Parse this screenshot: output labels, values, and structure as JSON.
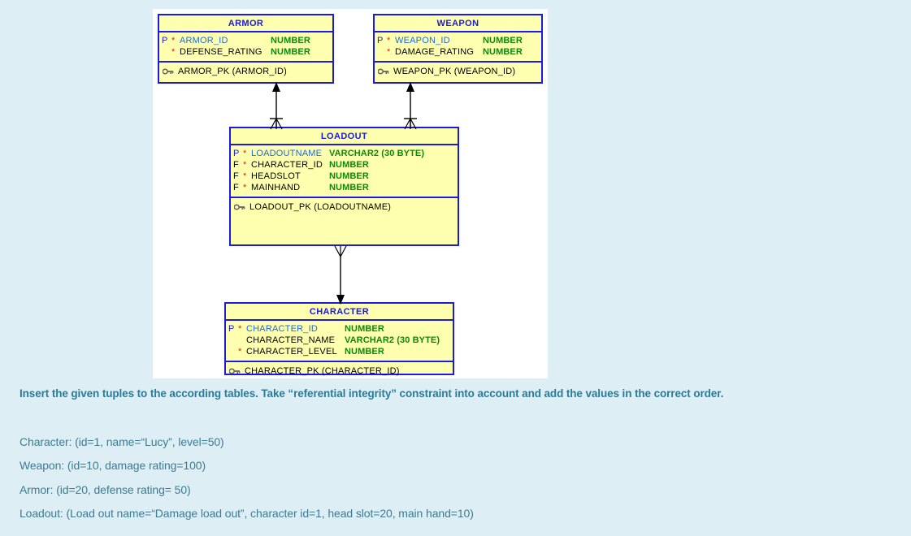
{
  "diagram": {
    "title": "ERD",
    "entities": [
      {
        "id": "armor",
        "name": "ARMOR",
        "attributes": [
          {
            "key": "P",
            "mandatory": "*",
            "name": "ARMOR_ID",
            "type": "NUMBER"
          },
          {
            "key": "",
            "mandatory": "*",
            "name": "DEFENSE_RATING",
            "type": "NUMBER"
          }
        ],
        "keys": [
          {
            "icon": "key-icon",
            "label": "ARMOR_PK (ARMOR_ID)"
          }
        ]
      },
      {
        "id": "weapon",
        "name": "WEAPON",
        "attributes": [
          {
            "key": "P",
            "mandatory": "*",
            "name": "WEAPON_ID",
            "type": "NUMBER"
          },
          {
            "key": "",
            "mandatory": "*",
            "name": "DAMAGE_RATING",
            "type": "NUMBER"
          }
        ],
        "keys": [
          {
            "icon": "key-icon",
            "label": "WEAPON_PK (WEAPON_ID)"
          }
        ]
      },
      {
        "id": "loadout",
        "name": "LOADOUT",
        "attributes": [
          {
            "key": "P",
            "mandatory": "*",
            "name": "LOADOUTNAME",
            "type": "VARCHAR2 (30 BYTE)"
          },
          {
            "key": "F",
            "mandatory": "*",
            "name": "CHARACTER_ID",
            "type": "NUMBER"
          },
          {
            "key": "F",
            "mandatory": "*",
            "name": "HEADSLOT",
            "type": "NUMBER"
          },
          {
            "key": "F",
            "mandatory": "*",
            "name": "MAINHAND",
            "type": "NUMBER"
          }
        ],
        "keys": [
          {
            "icon": "key-icon",
            "label": "LOADOUT_PK (LOADOUTNAME)"
          }
        ]
      },
      {
        "id": "character",
        "name": "CHARACTER",
        "attributes": [
          {
            "key": "P",
            "mandatory": "*",
            "name": "CHARACTER_ID",
            "type": "NUMBER"
          },
          {
            "key": "",
            "mandatory": "",
            "name": "CHARACTER_NAME",
            "type": "VARCHAR2 (30 BYTE)"
          },
          {
            "key": "",
            "mandatory": "*",
            "name": "CHARACTER_LEVEL",
            "type": "NUMBER"
          }
        ],
        "keys": [
          {
            "icon": "key-icon",
            "label": "CHARACTER_PK (CHARACTER_ID)"
          }
        ]
      }
    ],
    "relationships": [
      {
        "from": "loadout",
        "to": "armor",
        "notation": "crowsfoot-to-arrow"
      },
      {
        "from": "loadout",
        "to": "weapon",
        "notation": "crowsfoot-to-arrow"
      },
      {
        "from": "loadout",
        "to": "character",
        "notation": "crowsfoot-to-arrow"
      }
    ]
  },
  "instructions": {
    "prompt": "Insert the given tuples to the according tables.  Take “referential integrity” constraint into account and add the values in the correct order.",
    "tuples": [
      "Character: (id=1, name=“Lucy”, level=50)",
      "Weapon: (id=10, damage rating=100)",
      "Armor: (id=20, defense rating= 50)",
      "Loadout: (Load out name=“Damage load out”, character id=1, head slot=20, main hand=10)"
    ]
  },
  "colors": {
    "page_background": "#ddeff5",
    "panel_background": "#ffffff",
    "entity_fill": "#ffffb0",
    "entity_border": "#1a1ae0",
    "entity_title": "#1a1ae0",
    "type_text": "#0a8a0a",
    "mandatory_star": "#e02020",
    "pk_name": "#1a6ae0",
    "prompt_text": "#2b7a99",
    "tuple_text": "#3d7b94"
  }
}
